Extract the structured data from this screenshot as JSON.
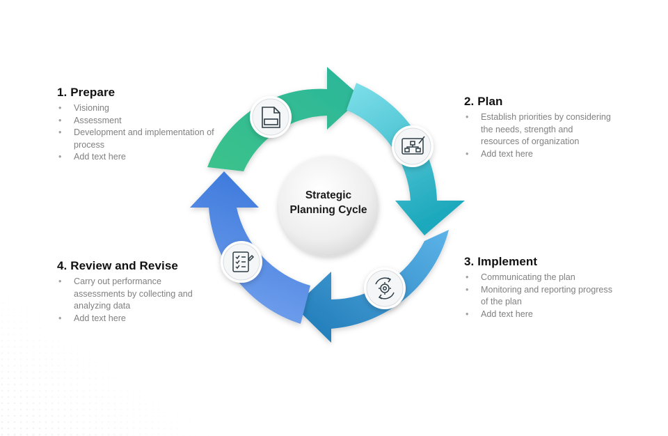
{
  "center": {
    "line1": "Strategic",
    "line2": "Planning Cycle"
  },
  "stages": [
    {
      "title": "1.  Prepare",
      "icon": "document-icon",
      "color": "#2fba88",
      "items": [
        "Visioning",
        "Assessment",
        "Development and implementation of process",
        "Add text here"
      ]
    },
    {
      "title": "2. Plan",
      "icon": "blueprint-icon",
      "color": "#3ec3d4",
      "items": [
        "Establish priorities by considering the needs, strength and resources of organization",
        "Add text here"
      ]
    },
    {
      "title": "3. Implement",
      "icon": "cycle-gear-icon",
      "color": "#3aa0d8",
      "items": [
        "Communicating the plan",
        "Monitoring and reporting progress of the plan",
        "Add text here"
      ]
    },
    {
      "title": "4. Review and Revise",
      "icon": "checklist-icon",
      "color": "#5b8fe0",
      "items": [
        "Carry out performance assessments by collecting and analyzing data",
        "Add text here"
      ]
    }
  ]
}
